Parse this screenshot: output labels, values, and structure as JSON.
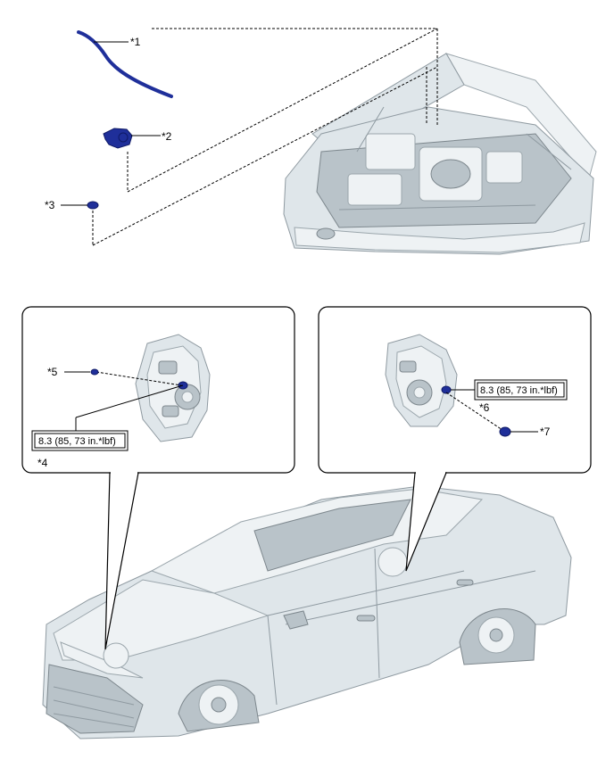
{
  "callouts": {
    "c1": "*1",
    "c2": "*2",
    "c3": "*3",
    "c4": "*4",
    "c5": "*5",
    "c6": "*6",
    "c7": "*7"
  },
  "torque_left": "8.3 (85, 73 in.*lbf)",
  "torque_right": "8.3 (85, 73 in.*lbf)",
  "colors": {
    "part_highlight": "#1f2f9a",
    "vehicle_body": "#dfe6ea",
    "outline": "#000000"
  }
}
